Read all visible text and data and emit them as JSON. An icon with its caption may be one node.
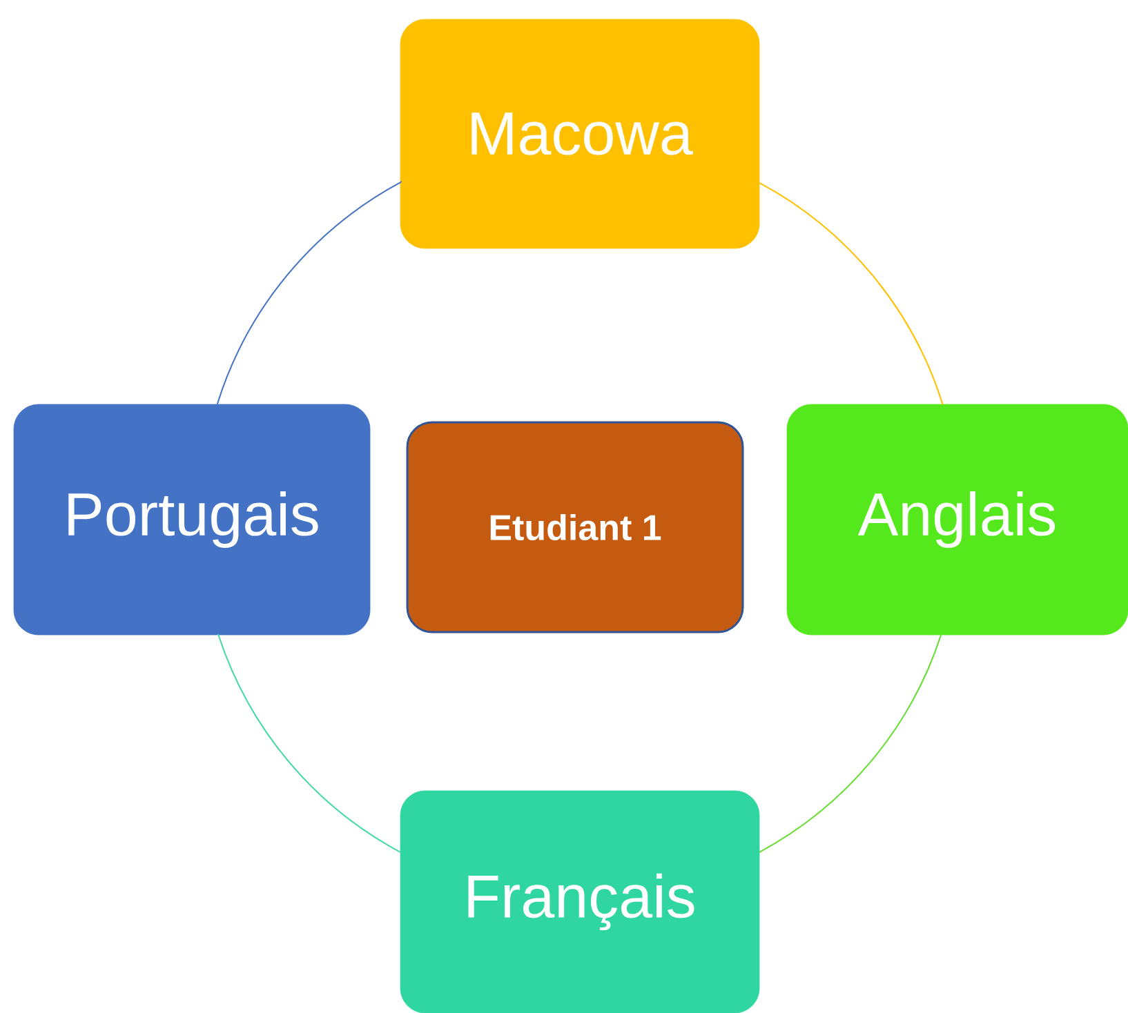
{
  "diagram": {
    "nodes": [
      {
        "text": [
          "Macowa"
        ]
      },
      {
        "text": [
          "Portugais"
        ]
      },
      {
        "text": [
          "Etudiant 1"
        ]
      },
      {
        "text": [
          "Anglais"
        ]
      },
      {
        "text": [
          "Français"
        ]
      }
    ],
    "edges": [
      {
        "from": 0,
        "to": 3,
        "arrow": "none",
        "color": "#ffc000"
      },
      {
        "from": 3,
        "to": 4,
        "arrow": "none",
        "color": "#66dd33"
      },
      {
        "from": 4,
        "to": 1,
        "arrow": "none",
        "color": "#40d8a8"
      },
      {
        "from": 1,
        "to": 0,
        "arrow": "none",
        "color": "#4472c4"
      }
    ]
  }
}
